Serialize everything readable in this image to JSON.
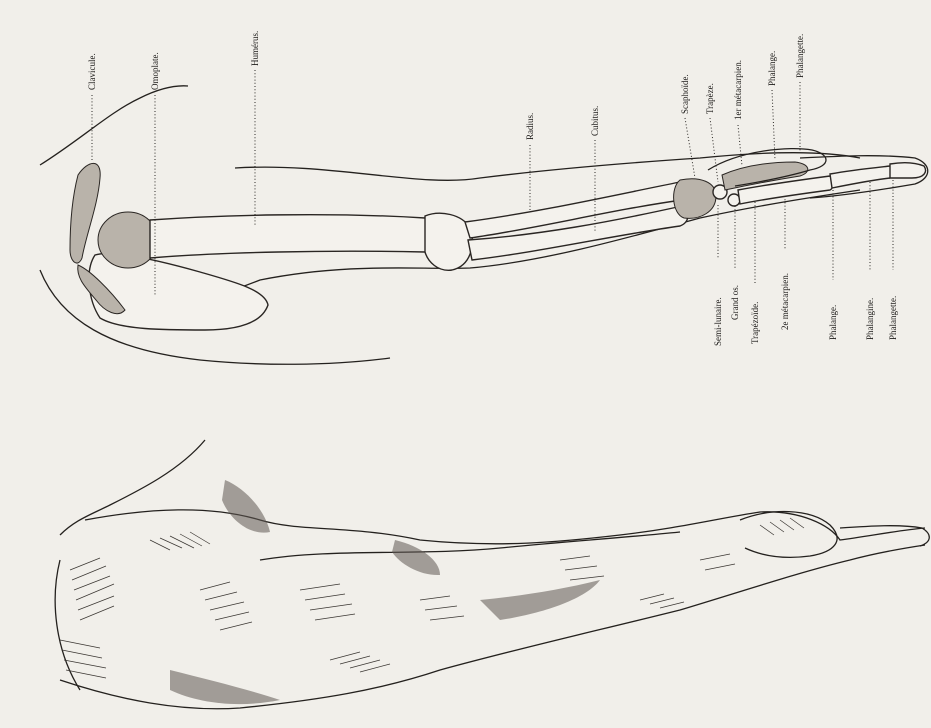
{
  "plate": {
    "labels_top": {
      "clavicle": "Clavicule.",
      "scapula": "Omoplate.",
      "humerus": "Humérus.",
      "radius": "Radius.",
      "ulna": "Cubitus.",
      "scaphoid": "Scaphoïde.",
      "trapezium": "Trapèze.",
      "first_metacarpal": "1er métacarpien.",
      "phalanx_thumb": "Phalange.",
      "distal_phalanx_thumb": "Phalangette."
    },
    "labels_bottom": {
      "lunate": "Semi-lunaire.",
      "capitate": "Grand os.",
      "trapezoid": "Trapézoïde.",
      "second_metacarpal": "2e métacarpien.",
      "phalanx": "Phalange.",
      "middle_phalanx": "Phalangine.",
      "distal_phalanx": "Phalangette."
    }
  }
}
